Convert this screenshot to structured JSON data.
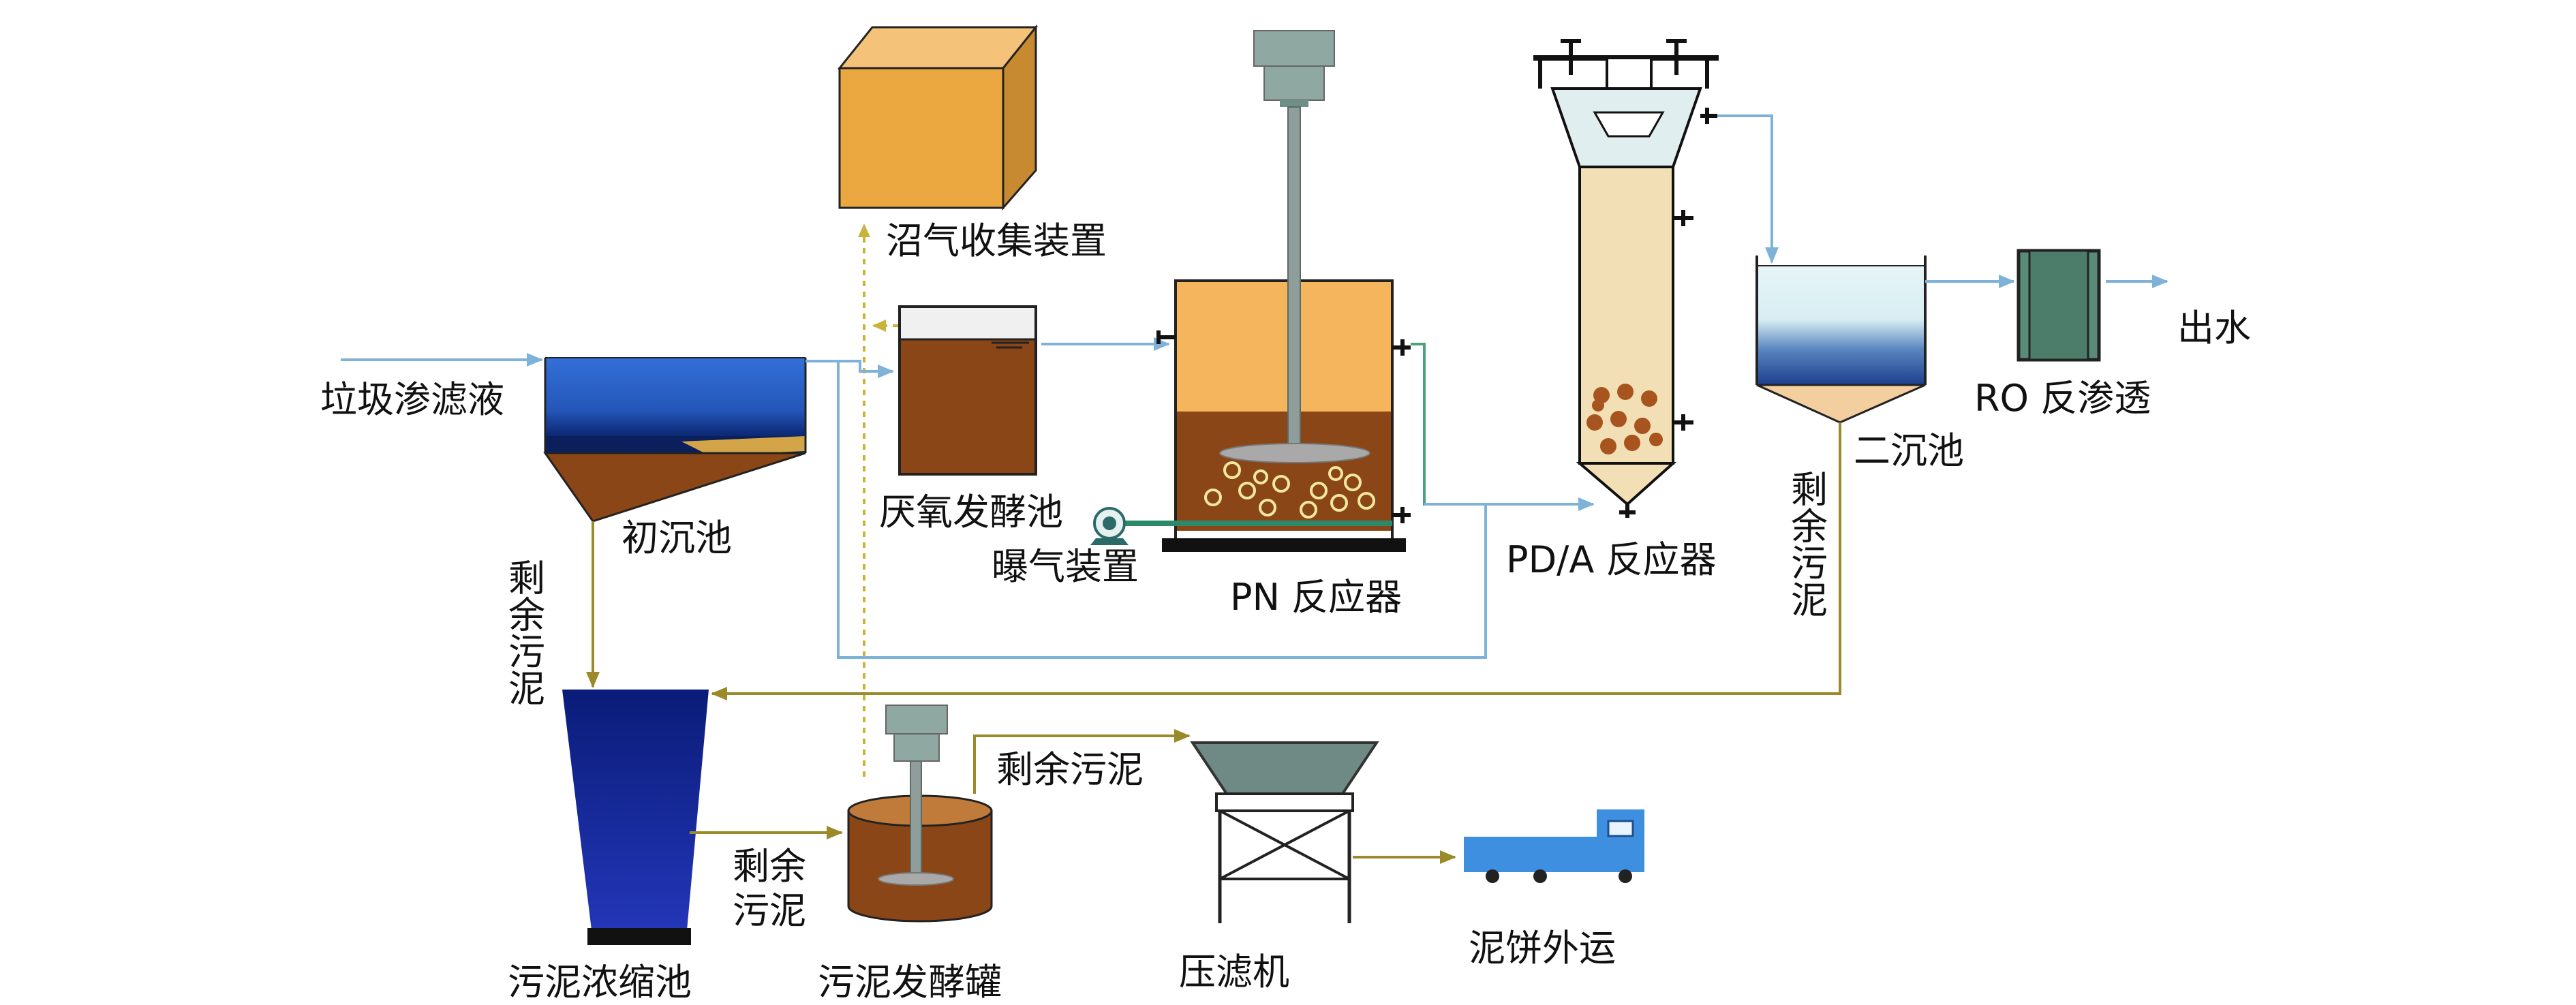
{
  "labels": {
    "leachate": "垃圾渗滤液",
    "primary_clarifier": "初沉池",
    "excess_sludge_1": "剩余污泥",
    "anaerobic_tank": "厌氧发酵池",
    "biogas_collector": "沼气收集装置",
    "aeration_device": "曝气装置",
    "pn_reactor": "PN 反应器",
    "pda_reactor": "PD/A 反应器",
    "secondary_clarifier": "二沉池",
    "ro": "RO 反渗透",
    "effluent": "出水",
    "excess_sludge_2": "剩余污泥",
    "sludge_thickener": "污泥浓缩池",
    "excess_sludge_3_line1": "剩余",
    "excess_sludge_3_line2": "污泥",
    "sludge_fermenter": "污泥发酵罐",
    "excess_sludge_4": "剩余污泥",
    "filter_press": "压滤机",
    "sludge_cake": "泥饼外运"
  },
  "colors": {
    "water_line": "#7fb2d8",
    "sludge_line": "#9a8a2a",
    "gas_line": "#c8b43a",
    "pn_line": "#4aa37c",
    "brown": "#8a4616",
    "orange": "#eca840",
    "blue": "#2d66c9",
    "truck": "#3f8fe0"
  }
}
